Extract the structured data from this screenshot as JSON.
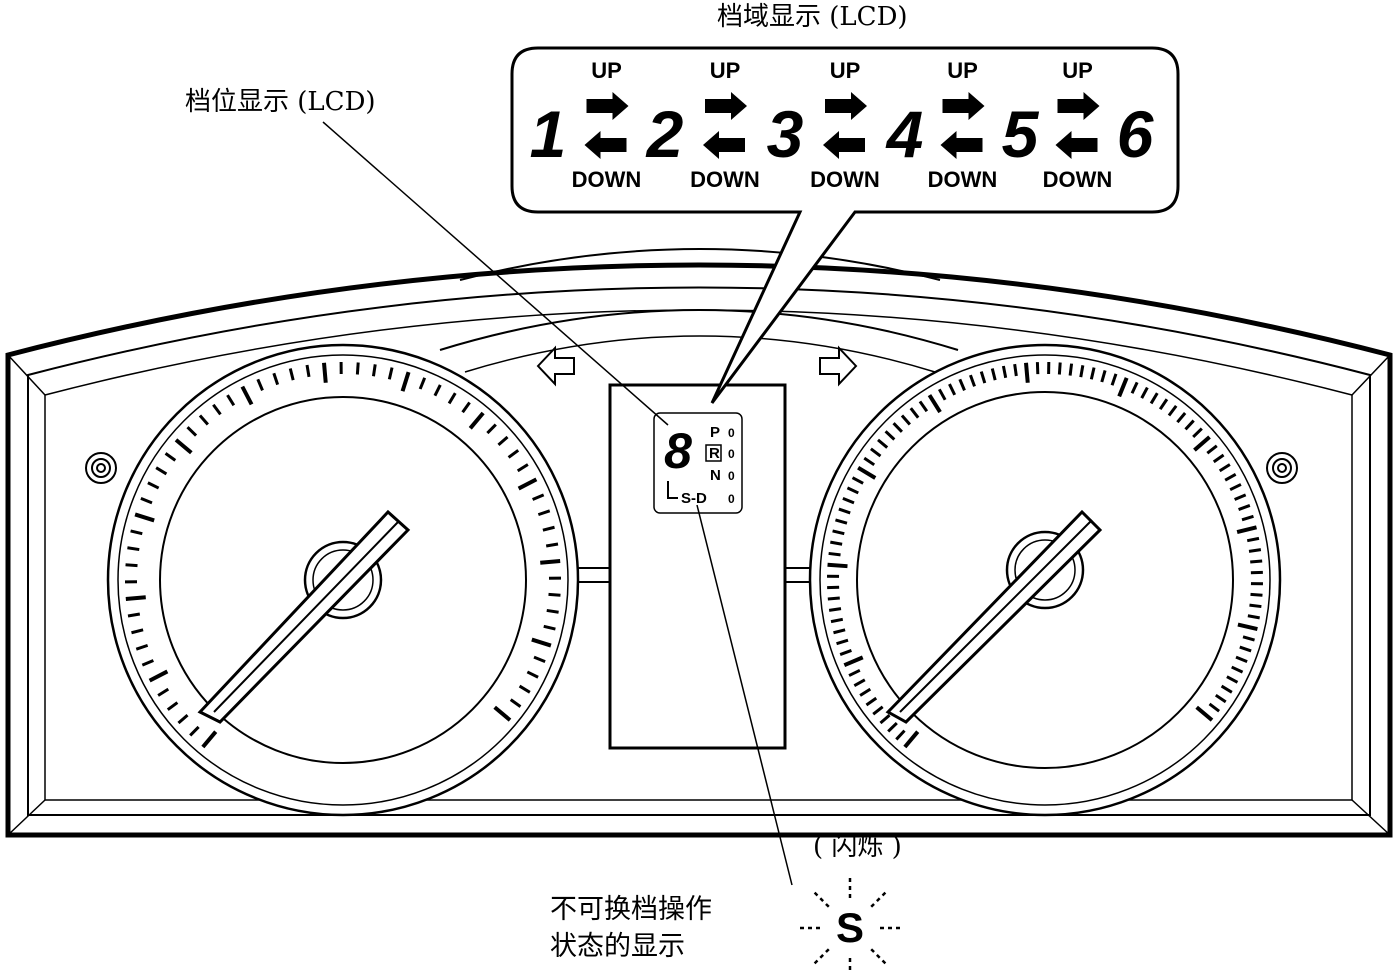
{
  "callouts": {
    "range_display": "档域显示 (LCD)",
    "gear_display": "档位显示 (LCD)",
    "blinking": "( 闪烁 )",
    "no_shift_line1": "不可换档操作",
    "no_shift_line2": "状态的显示"
  },
  "range_lcd": {
    "gears": [
      "1",
      "2",
      "3",
      "4",
      "5",
      "6"
    ],
    "up_label": "UP",
    "down_label": "DOWN"
  },
  "center_lcd": {
    "gear_digit": "8",
    "positions": [
      "P",
      "R",
      "N"
    ],
    "position_marker": "0",
    "bottom_label": "S-D",
    "bottom_marker": "0"
  },
  "blink_symbol": "S",
  "icons": {
    "left_turn": "arrow-left-outline-icon",
    "right_turn": "arrow-right-outline-icon"
  }
}
